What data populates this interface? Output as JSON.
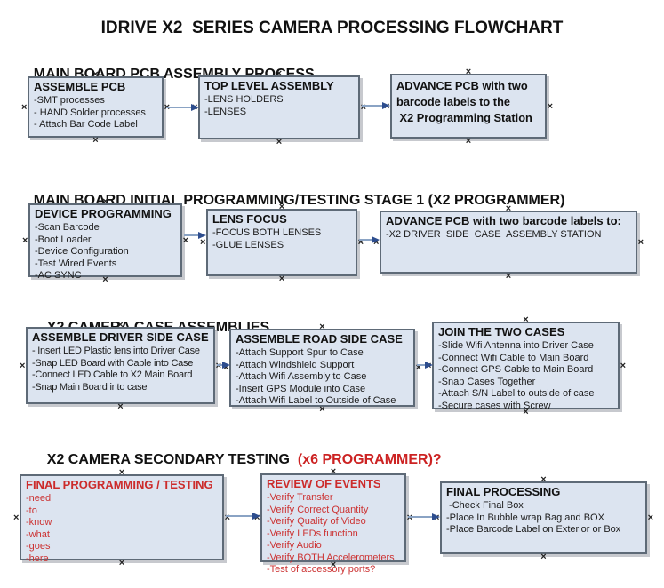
{
  "title": "IDRIVE X2  SERIES CAMERA PROCESSING FLOWCHART",
  "colors": {
    "box_fill": "#dce4f0",
    "box_border": "#5e6a77",
    "red_text": "#cc2b2b",
    "arrow_line": "#8aa3c4",
    "arrow_head": "#2d4d8e"
  },
  "sections": [
    {
      "heading": "MAIN BOARD PCB ASSEMBLY PROCESS",
      "boxes": [
        {
          "title": "ASSEMBLE PCB",
          "items": [
            "-SMT processes",
            "- HAND Solder processes",
            "- Attach Bar Code Label"
          ]
        },
        {
          "title": "TOP LEVEL ASSEMBLY",
          "items": [
            "-LENS HOLDERS",
            "-LENSES"
          ]
        },
        {
          "title": "",
          "items": [
            "ADVANCE PCB with two",
            "barcode labels to the",
            " X2 Programming Station"
          ]
        }
      ]
    },
    {
      "heading": "MAIN BOARD INITIAL PROGRAMMING/TESTING STAGE 1 (X2 PROGRAMMER)",
      "boxes": [
        {
          "title": "DEVICE PROGRAMMING",
          "items": [
            "-Scan Barcode",
            "-Boot Loader",
            "-Device Configuration",
            "-Test Wired Events",
            "-AC SYNC"
          ]
        },
        {
          "title": "LENS FOCUS",
          "items": [
            "-FOCUS BOTH LENSES",
            "-GLUE LENSES"
          ]
        },
        {
          "title": "ADVANCE PCB with two barcode labels to:",
          "items": [
            "-X2 DRIVER  SIDE  CASE  ASSEMBLY STATION"
          ]
        }
      ]
    },
    {
      "heading": "X2 CAMERA CASE ASSEMBLIES",
      "boxes": [
        {
          "title": "ASSEMBLE DRIVER SIDE CASE",
          "items": [
            "- Insert LED Plastic lens into Driver Case",
            "-Snap LED Board with Cable into Case",
            "-Connect LED Cable to X2 Main Board",
            "-Snap Main Board into case"
          ]
        },
        {
          "title": "ASSEMBLE ROAD SIDE CASE",
          "items": [
            "-Attach Support Spur to Case",
            "-Attach Windshield Support",
            "-Attach Wifi Assembly to Case",
            "-Insert GPS Module into Case",
            "-Attach Wifi Label to Outside of Case"
          ]
        },
        {
          "title": "JOIN THE TWO CASES",
          "items": [
            "-Slide Wifi Antenna into Driver Case",
            "-Connect Wifi Cable to Main Board",
            "-Connect GPS Cable to Main Board",
            "-Snap Cases Together",
            "-Attach S/N Label to outside of case",
            "-Secure cases with Screw"
          ]
        }
      ]
    },
    {
      "heading": "X2 CAMERA SECONDARY TESTING",
      "heading_red": "  (x6 PROGRAMMER)?",
      "boxes": [
        {
          "title": "FINAL PROGRAMMING / TESTING",
          "items": [
            "-need",
            "-to",
            "-know",
            "-what",
            "-goes",
            "-here"
          ]
        },
        {
          "title": "REVIEW OF EVENTS",
          "items": [
            "-Verify Transfer",
            "-Verify Correct Quantity",
            "-Verify Quality of Video",
            "-Verify LEDs function",
            "-Verify Audio",
            "-Verify BOTH Accelerometers",
            "-Test of accessory ports?"
          ]
        },
        {
          "title": "FINAL PROCESSING",
          "items": [
            " -Check Final Box",
            "-Place In Bubble wrap Bag and BOX",
            "-Place Barcode Label on Exterior or Box"
          ]
        }
      ]
    }
  ]
}
